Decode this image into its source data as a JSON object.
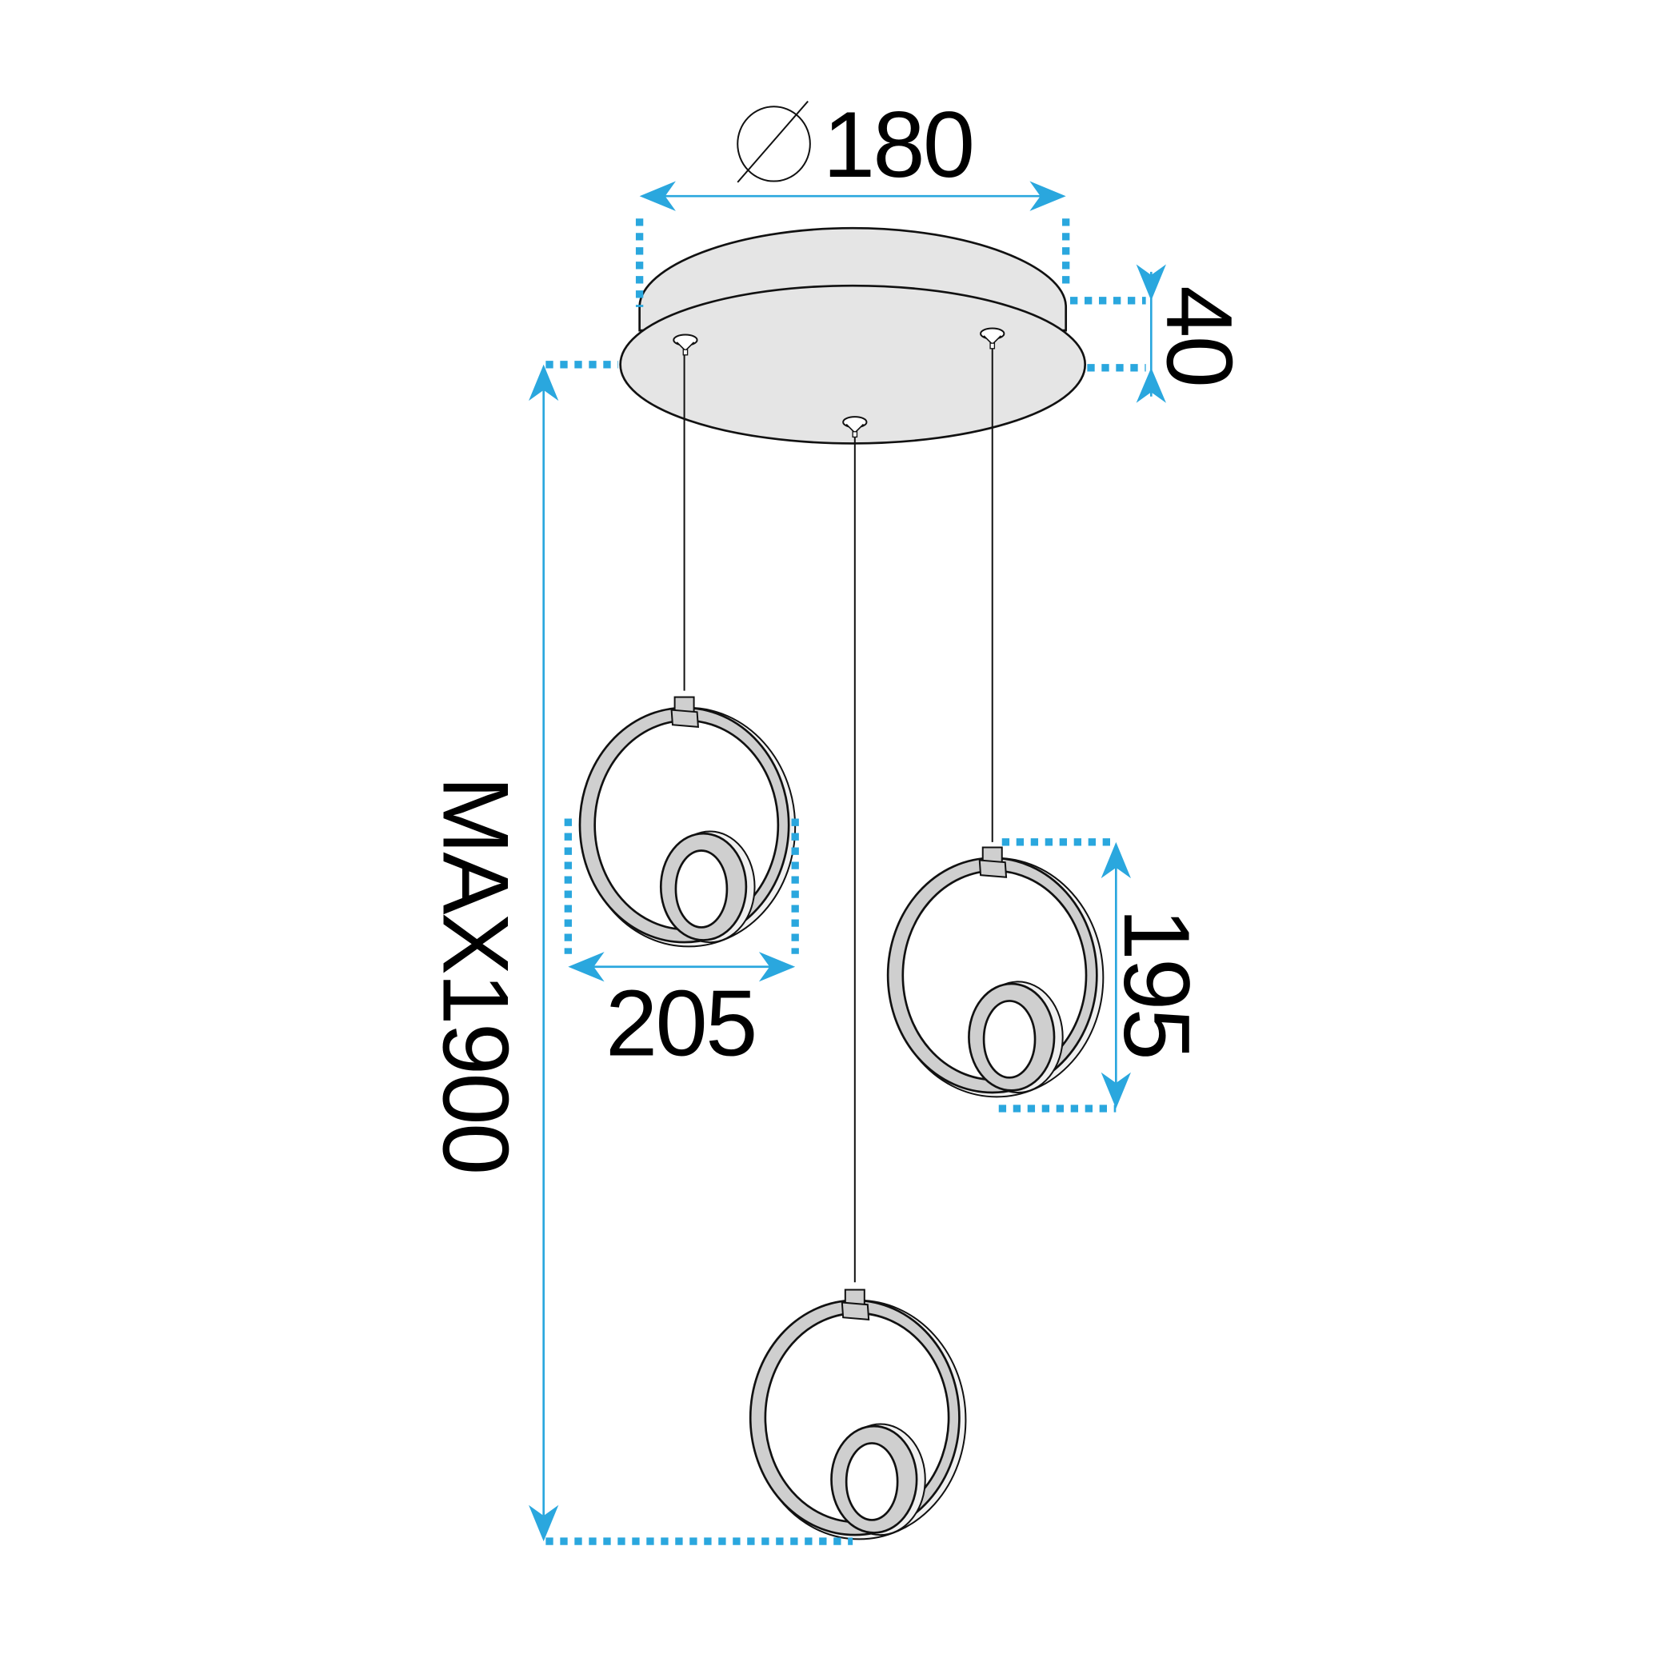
{
  "diagram": {
    "title": "Pendant lamp with three ring shades — dimension drawing",
    "units": "mm",
    "colors": {
      "dimension": "#2aa7de",
      "outline": "#111111",
      "fill_light": "#e5e5e5",
      "fill_ring": "#cccccc",
      "fill_ring_edge": "#f0f0f0"
    },
    "dimensions": {
      "canopy_diameter": {
        "symbol": "⌀",
        "value": "180"
      },
      "canopy_height": {
        "value": "40"
      },
      "ring_width": {
        "value": "205"
      },
      "ring_height": {
        "value": "195"
      },
      "max_length": {
        "value": "MAX1900"
      }
    },
    "components": [
      {
        "name": "canopy",
        "description": "Round ceiling canopy with 3 cable anchors"
      },
      {
        "name": "pendant-left",
        "description": "Ring shade with inner loop, hanging on cable"
      },
      {
        "name": "pendant-right",
        "description": "Ring shade with inner loop, hanging on cable"
      },
      {
        "name": "pendant-center",
        "description": "Ring shade with inner loop, longest cable"
      }
    ]
  }
}
